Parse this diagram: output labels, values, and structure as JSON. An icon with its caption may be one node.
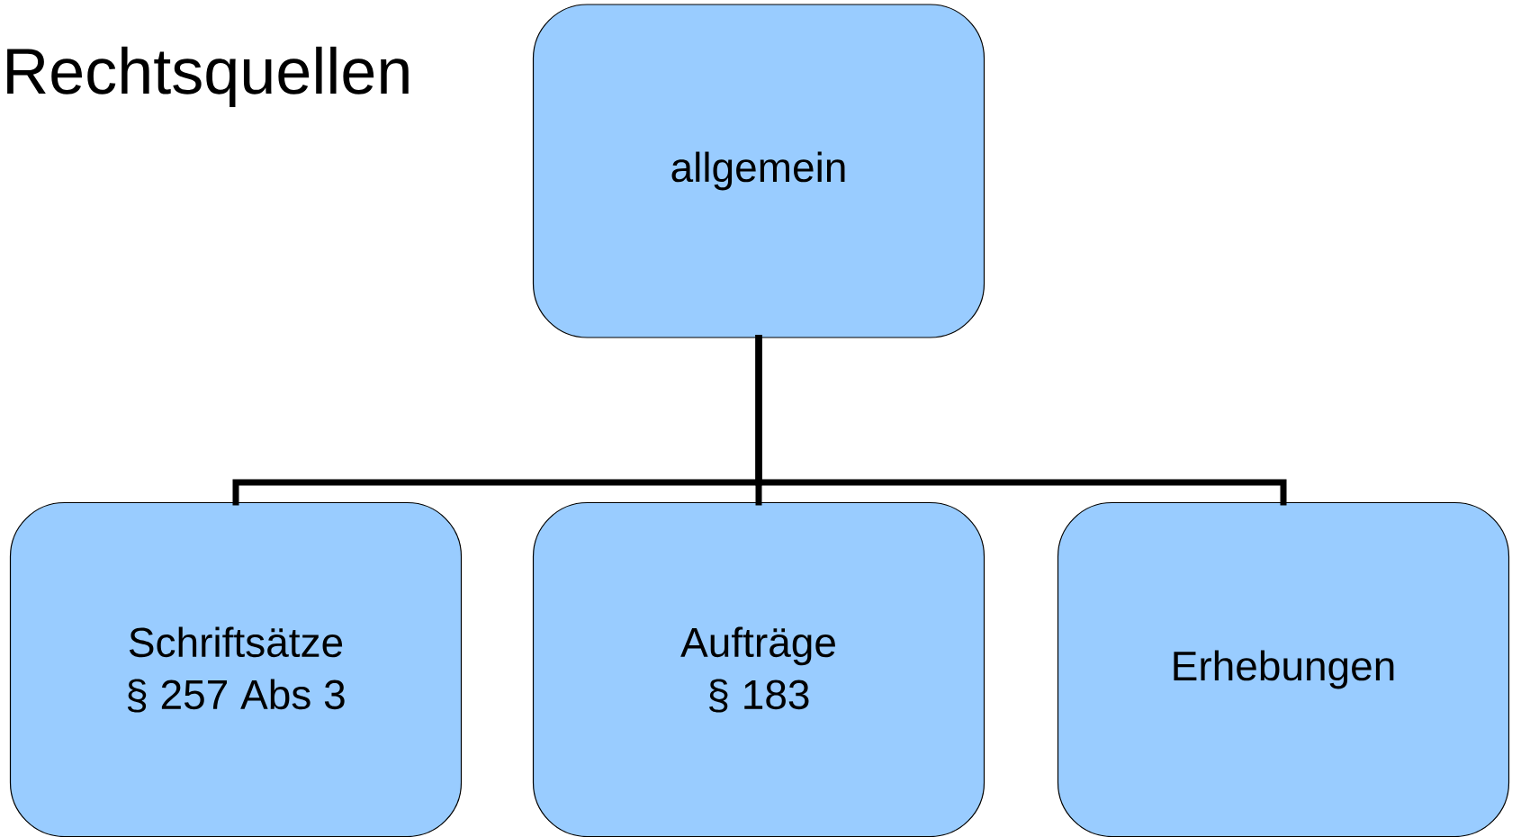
{
  "diagram": {
    "title": "Rechtsquellen",
    "nodes": [
      {
        "text": [
          "allgemein"
        ]
      },
      {
        "text": [
          "Schriftsätze",
          "§ 257 Abs 3"
        ]
      },
      {
        "text": [
          "Aufträge",
          "§ 183"
        ]
      },
      {
        "text": [
          "Erhebungen"
        ]
      }
    ],
    "edges": [
      {
        "from": 0,
        "to": 1,
        "arrow": "none"
      },
      {
        "from": 0,
        "to": 2,
        "arrow": "none"
      },
      {
        "from": 0,
        "to": 3,
        "arrow": "none"
      }
    ]
  }
}
